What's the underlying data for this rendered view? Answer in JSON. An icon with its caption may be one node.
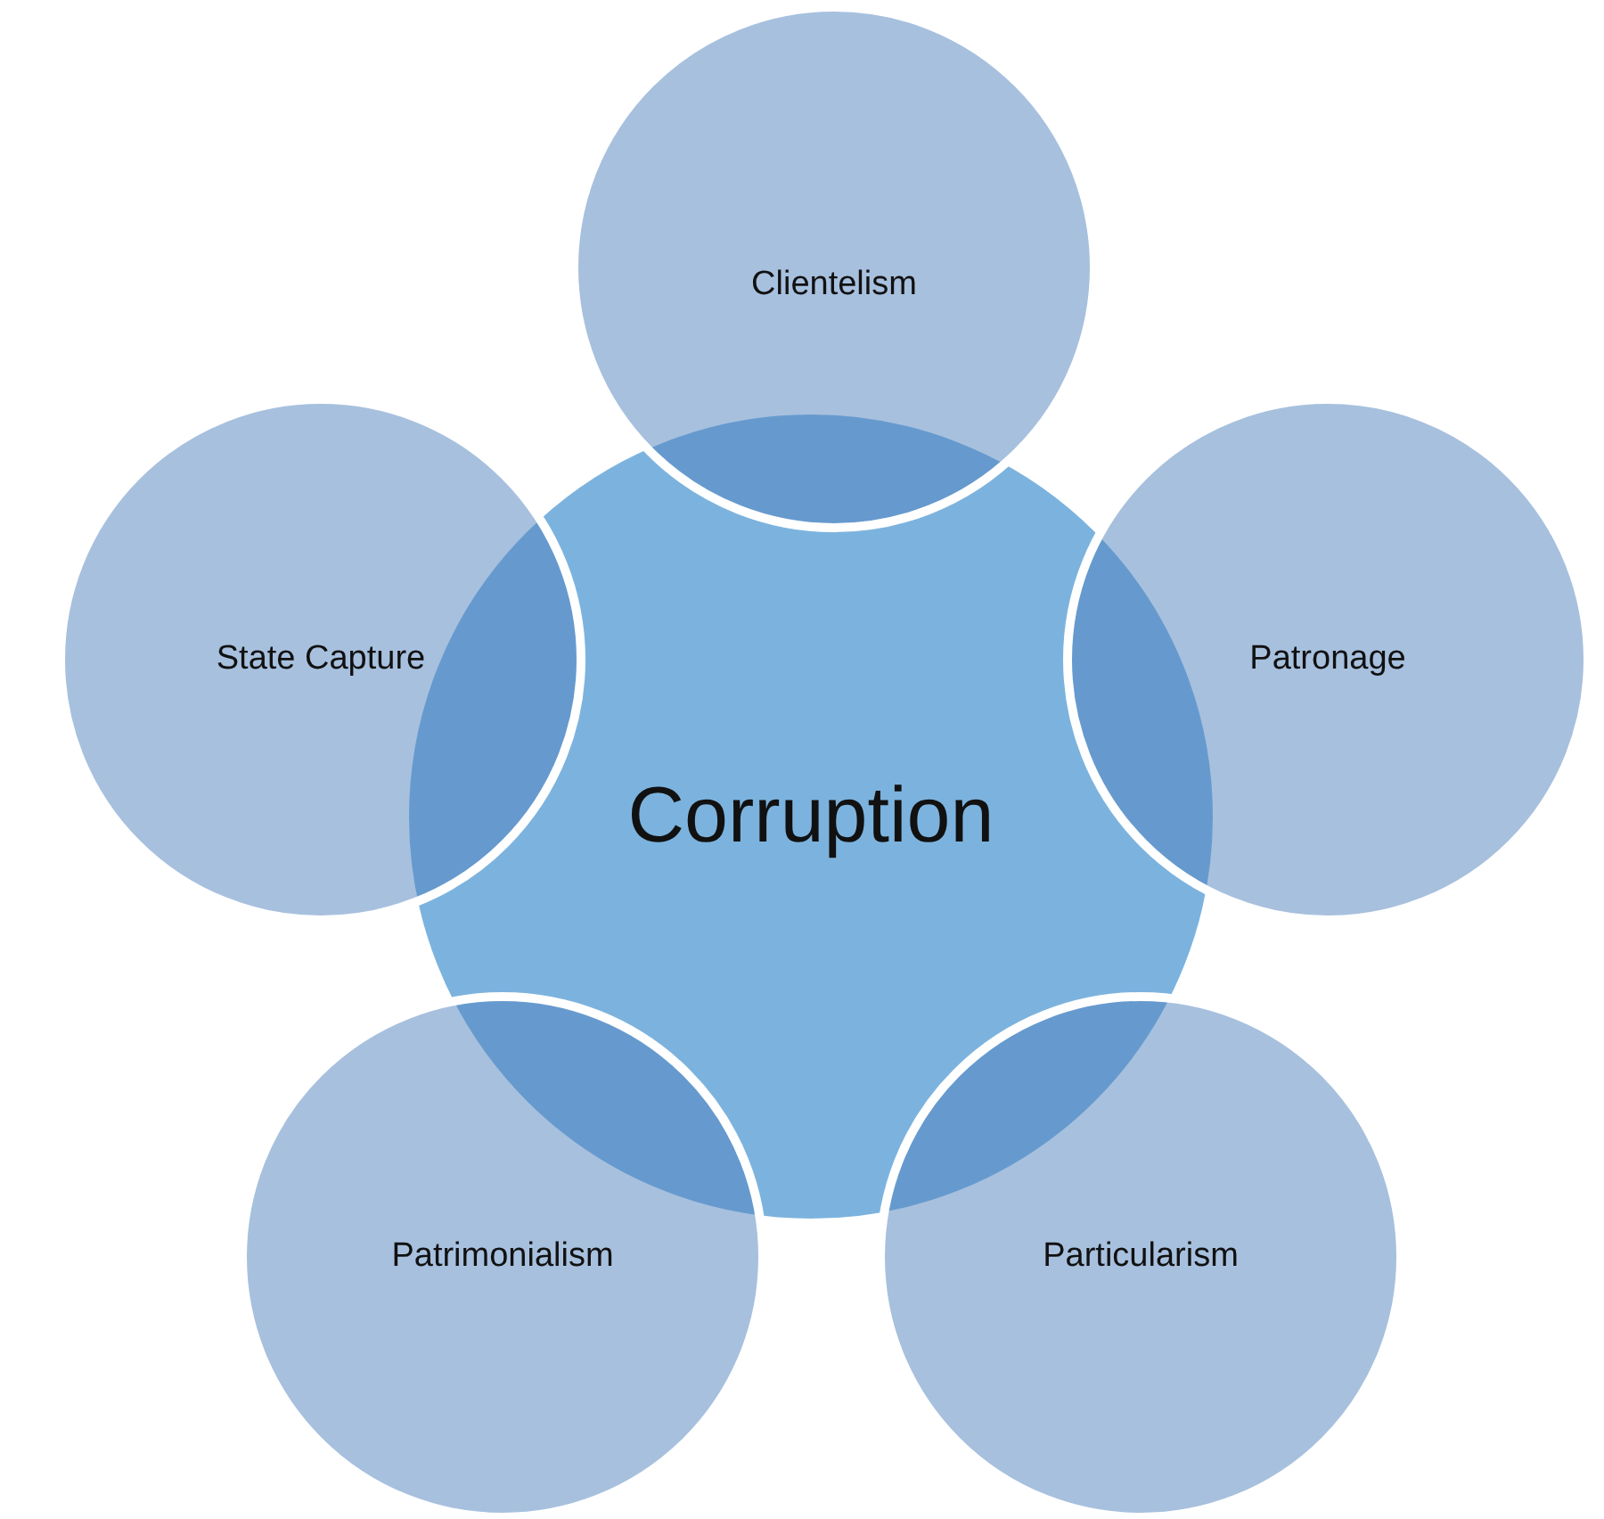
{
  "diagram": {
    "nodes": [
      {
        "text": [
          "Corruption"
        ]
      },
      {
        "text": [
          "Clientelism"
        ]
      },
      {
        "text": [
          "State Capture"
        ]
      },
      {
        "text": [
          "Patronage"
        ]
      },
      {
        "text": [
          "Patrimonialism"
        ]
      },
      {
        "text": [
          "Particularism"
        ]
      }
    ]
  }
}
